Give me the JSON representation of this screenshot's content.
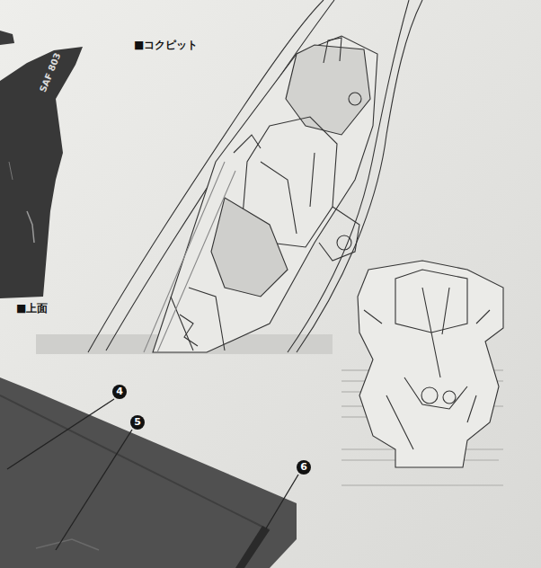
{
  "diagram": {
    "labels": [
      "■コクピット",
      "■上面",
      "SAF 803",
      "4",
      "5",
      "6"
    ]
  }
}
